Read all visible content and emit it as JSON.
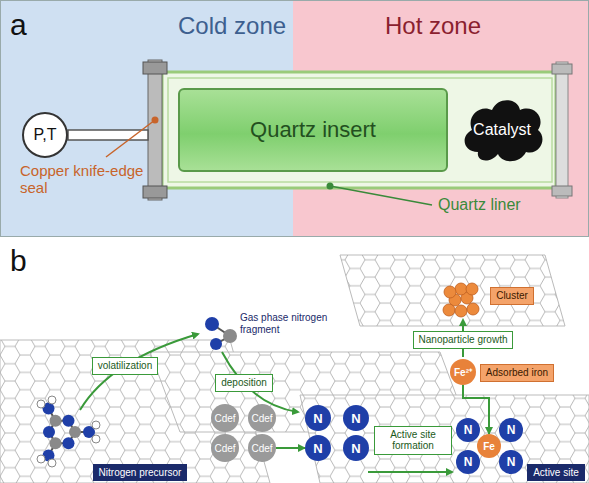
{
  "diagram": {
    "nodes": [
      {
        "text": [
          "Cold zone"
        ]
      },
      {
        "text": [
          "Hot zone"
        ]
      },
      {
        "text": [
          "P,T"
        ]
      },
      {
        "text": [
          "Quartz insert"
        ]
      },
      {
        "text": [
          "Catalyst"
        ]
      },
      {
        "text": [
          "Cluster"
        ]
      },
      {
        "text": [
          "Nanoparticle growth"
        ]
      },
      {
        "text": [
          "Fe²⁺"
        ]
      },
      {
        "text": [
          "Adsorbed iron"
        ]
      },
      {
        "text": [
          "volatilization"
        ]
      },
      {
        "text": [
          "deposition"
        ]
      },
      {
        "text": [
          "Cdef"
        ]
      },
      {
        "text": [
          "Cdef"
        ]
      },
      {
        "text": [
          "Cdef"
        ]
      },
      {
        "text": [
          "Cdef"
        ]
      },
      {
        "text": [
          "N"
        ]
      },
      {
        "text": [
          "N"
        ]
      },
      {
        "text": [
          "N"
        ]
      },
      {
        "text": [
          "N"
        ]
      },
      {
        "text": [
          "Active site formation"
        ]
      },
      {
        "text": [
          "N"
        ]
      },
      {
        "text": [
          "N"
        ]
      },
      {
        "text": [
          "N"
        ]
      },
      {
        "text": [
          "N"
        ]
      },
      {
        "text": [
          "Fe"
        ]
      },
      {
        "text": [
          "Active site"
        ]
      },
      {
        "text": [
          "Nitrogen precursor"
        ]
      }
    ],
    "edges": [
      {
        "from": 14,
        "to": 17,
        "arrow": "to"
      },
      {
        "from": 7,
        "to": 24,
        "arrow": "to"
      }
    ],
    "labels": [
      "a",
      "b",
      "Copper knife-edge seal",
      "Quartz liner",
      "Gas phase nitrogen fragment"
    ]
  }
}
